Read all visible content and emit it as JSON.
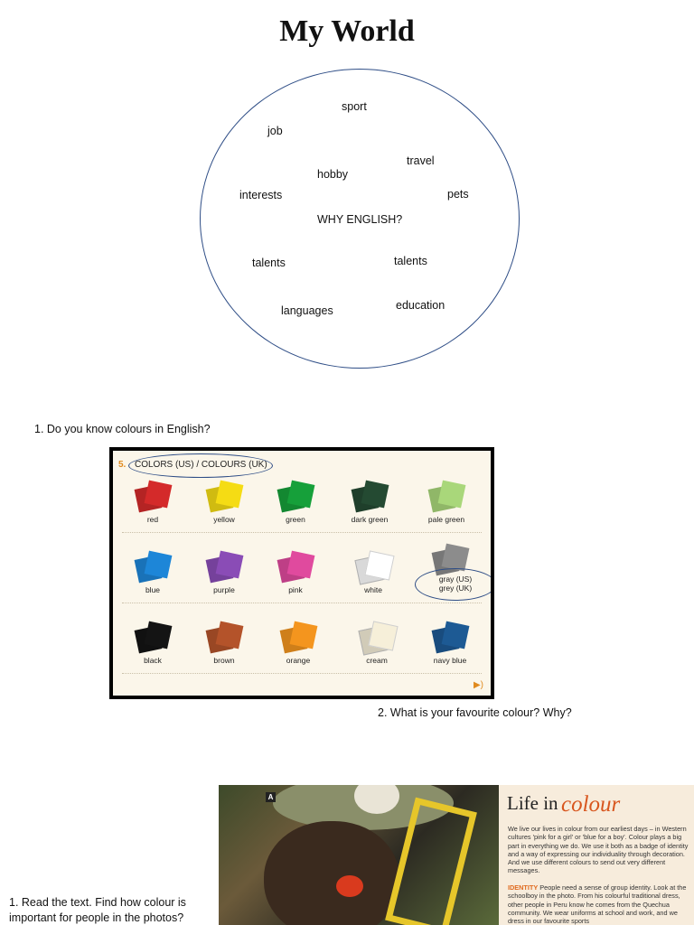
{
  "title": "My World",
  "mind_map": {
    "words": {
      "sport": "sport",
      "job": "job",
      "travel": "travel",
      "hobby": "hobby",
      "interests": "interests",
      "pets": "pets",
      "center": "WHY ENGLISH?",
      "talents_left": "talents",
      "talents_right": "talents",
      "languages": "languages",
      "education": "education"
    }
  },
  "questions": {
    "q1": "1. Do you know colours in English?",
    "q2": "2. What is your favourite colour? Why?",
    "q3_line1": "1. Read the text. Find how colour is",
    "q3_line2": "important for people in the photos?"
  },
  "colours_panel": {
    "number": "5.",
    "heading": "COLORS (US) / COLOURS (UK)",
    "swatches": [
      {
        "label": "red",
        "color": "#d42a2a"
      },
      {
        "label": "yellow",
        "color": "#f5dc14"
      },
      {
        "label": "green",
        "color": "#16a03a"
      },
      {
        "label": "dark green",
        "color": "#244a32"
      },
      {
        "label": "pale green",
        "color": "#a9d77a"
      },
      {
        "label": "blue",
        "color": "#1d86d8"
      },
      {
        "label": "purple",
        "color": "#8a4cb6"
      },
      {
        "label": "pink",
        "color": "#e04a9e"
      },
      {
        "label": "white",
        "color": "#ffffff"
      },
      {
        "label_line1": "gray (US)",
        "label_line2": "grey (UK)",
        "color": "#8c8c8c"
      },
      {
        "label": "black",
        "color": "#141414"
      },
      {
        "label": "brown",
        "color": "#b4532a"
      },
      {
        "label": "orange",
        "color": "#f4951e"
      },
      {
        "label": "cream",
        "color": "#f6efd9"
      },
      {
        "label": "navy blue",
        "color": "#1d5a94"
      }
    ]
  },
  "photo": {
    "label": "A"
  },
  "article": {
    "title_part1": "Life in",
    "title_part2": "colour",
    "p1": "We live our lives in colour from our earliest days – in Western cultures 'pink for a girl' or 'blue for a boy'. Colour plays a big part in everything we do. We use it both as a badge of identity and a way of expressing our individuality through decoration. And we use different colours to send out very different messages.",
    "p2_label": "IDENTITY",
    "p2": " People need a sense of group identity. Look at the schoolboy in the photo. From his colourful traditional dress, other people in Peru know he comes from the Quechua community. We wear uniforms at school and work, and we dress in our favourite sports"
  }
}
